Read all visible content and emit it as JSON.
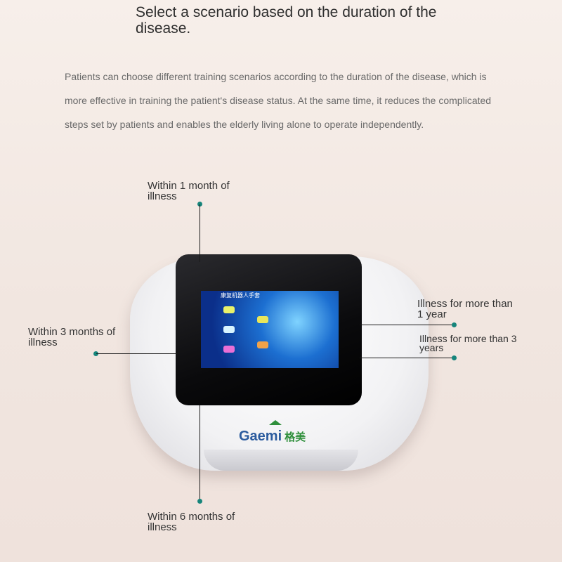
{
  "header": {
    "title": "Select a scenario based on the duration of the disease."
  },
  "description": {
    "lines": [
      "Patients can choose different training scenarios according to the duration of the disease, which is",
      "more effective in training the patient's disease status. At the same time, it reduces the complicated",
      "steps set by patients and enables the elderly living alone to operate independently."
    ]
  },
  "callouts": {
    "one_month": "Within 1 month of illness",
    "three_months": "Within 3 months of illness",
    "six_months": "Within 6 months of illness",
    "over_one_year": "Illness for more than 1 year",
    "over_three_years": "Illness for more than 3 years"
  },
  "device": {
    "brand": "Gaemi",
    "brand_cn": "格美",
    "screen_header": "康复机器人手套"
  },
  "colors": {
    "dot": "#16857b",
    "brand_blue": "#2b5b9e",
    "brand_green": "#2f8f3b"
  }
}
